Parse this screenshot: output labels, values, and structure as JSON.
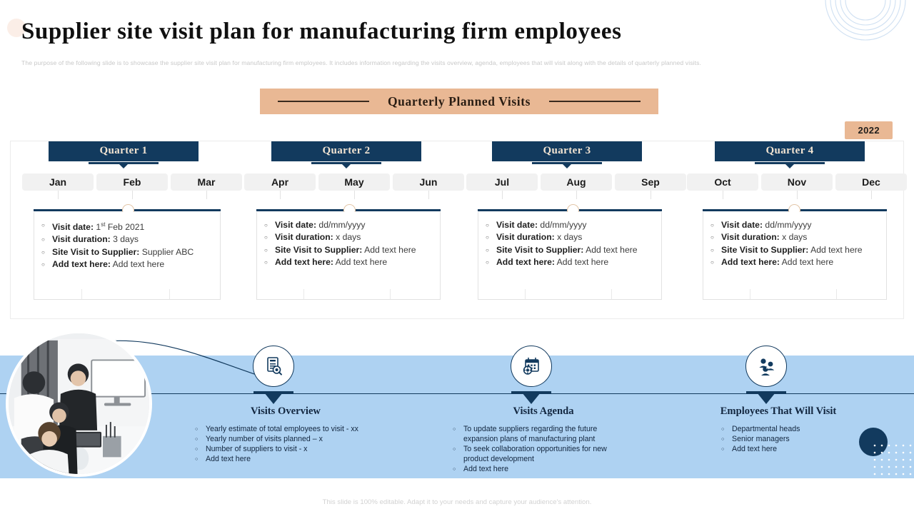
{
  "header": {
    "title": "Supplier site visit plan for manufacturing firm employees",
    "subtitle": "The purpose of the following slide is to showcase the supplier site visit plan for manufacturing firm employees. It includes information regarding the visits overview, agenda, employees that will visit along with the details of quarterly planned visits."
  },
  "banner": {
    "title": "Quarterly  Planned Visits"
  },
  "year_badge": {
    "label": "2022"
  },
  "timeline": {
    "quarters": [
      {
        "label": "Quarter 1",
        "months": [
          "Jan",
          "Feb",
          "Mar"
        ],
        "details": {
          "visit_date_label": "Visit date:",
          "visit_date_value": " 1",
          "visit_date_sup": "st",
          "visit_date_tail": " Feb 2021",
          "visit_duration_label": "Visit duration:",
          "visit_duration_value": " 3 days",
          "supplier_label": " Site Visit to Supplier:",
          "supplier_value": " Supplier ABC",
          "add_text_label": "Add text here:",
          "add_text_value": " Add text here"
        }
      },
      {
        "label": "Quarter 2",
        "months": [
          "Apr",
          "May",
          "Jun"
        ],
        "details": {
          "visit_date_label": "Visit date:",
          "visit_date_value": " dd/mm/yyyy",
          "visit_date_sup": "",
          "visit_date_tail": "",
          "visit_duration_label": "Visit duration:",
          "visit_duration_value": " x days",
          "supplier_label": " Site Visit to Supplier:",
          "supplier_value": " Add text here",
          "add_text_label": "Add text here:",
          "add_text_value": " Add text here"
        }
      },
      {
        "label": "Quarter 3",
        "months": [
          "Jul",
          "Aug",
          "Sep"
        ],
        "details": {
          "visit_date_label": "Visit date:",
          "visit_date_value": " dd/mm/yyyy",
          "visit_date_sup": "",
          "visit_date_tail": "",
          "visit_duration_label": "Visit duration:",
          "visit_duration_value": " x days",
          "supplier_label": " Site Visit to Supplier:",
          "supplier_value": " Add text here",
          "add_text_label": "Add text here:",
          "add_text_value": " Add text here"
        }
      },
      {
        "label": "Quarter 4",
        "months": [
          "Oct",
          "Nov",
          "Dec"
        ],
        "details": {
          "visit_date_label": "Visit date:",
          "visit_date_value": " dd/mm/yyyy",
          "visit_date_sup": "",
          "visit_date_tail": "",
          "visit_duration_label": "Visit duration:",
          "visit_duration_value": " x days",
          "supplier_label": " Site Visit to Supplier:",
          "supplier_value": " Add text here",
          "add_text_label": "Add text here:",
          "add_text_value": " Add text here"
        }
      }
    ]
  },
  "bottom": {
    "columns": [
      {
        "icon": "document-search-icon",
        "title": "Visits Overview",
        "items": [
          "Yearly estimate of total employees to visit - xx",
          "Yearly number of visits planned – x",
          "Number of suppliers to visit - x",
          "Add text here"
        ]
      },
      {
        "icon": "calendar-settings-icon",
        "title": "Visits Agenda",
        "items": [
          "To update suppliers regarding the future expansion plans of manufacturing plant",
          "To seek collaboration opportunities for new product development",
          "Add text here"
        ]
      },
      {
        "icon": "people-group-icon",
        "title": "Employees That Will Visit",
        "items": [
          "Departmental heads",
          "Senior managers",
          "Add text here"
        ]
      }
    ],
    "photo_alt": "team-meeting-photo"
  },
  "footer": {
    "note": "This slide is 100% editable. Adapt it to your needs and capture your audience's attention."
  },
  "colors": {
    "navy": "#123a5e",
    "tan": "#e9b894",
    "band_blue": "#aed2f2"
  }
}
